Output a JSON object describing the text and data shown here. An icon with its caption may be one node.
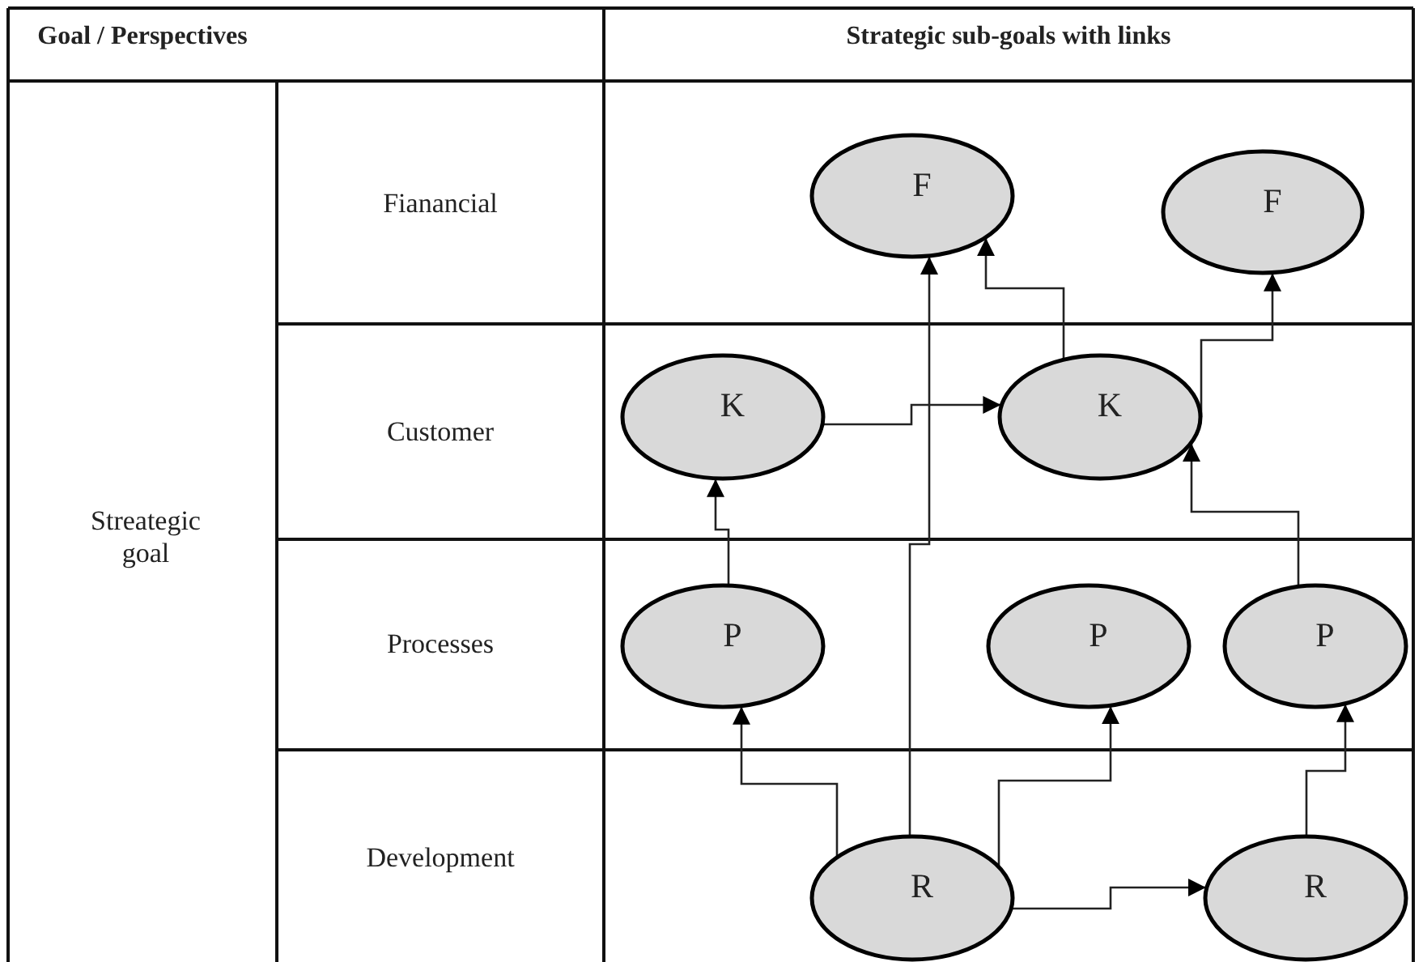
{
  "diagram": {
    "nodes": [
      {
        "text": [
          "F"
        ]
      },
      {
        "text": [
          "F"
        ]
      },
      {
        "text": [
          "K"
        ]
      },
      {
        "text": [
          "K"
        ]
      },
      {
        "text": [
          "P"
        ]
      },
      {
        "text": [
          "P"
        ]
      },
      {
        "text": [
          "P"
        ]
      },
      {
        "text": [
          "R"
        ]
      },
      {
        "text": [
          "R"
        ]
      }
    ],
    "edges": [
      {
        "from": 7,
        "to": 4,
        "arrow": "to"
      },
      {
        "from": 7,
        "to": 0,
        "arrow": "to"
      },
      {
        "from": 7,
        "to": 5,
        "arrow": "to"
      },
      {
        "from": 7,
        "to": 8,
        "arrow": "to"
      },
      {
        "from": 8,
        "to": 6,
        "arrow": "to"
      },
      {
        "from": 4,
        "to": 2,
        "arrow": "to"
      },
      {
        "from": 2,
        "to": 3,
        "arrow": "to"
      },
      {
        "from": 6,
        "to": 3,
        "arrow": "to"
      },
      {
        "from": 3,
        "to": 0,
        "arrow": "to"
      },
      {
        "from": 3,
        "to": 1,
        "arrow": "to"
      }
    ],
    "labels": [
      "Goal / Perspectives",
      "Strategic sub-goals with links",
      "Streategic goal",
      "Fianancial",
      "Customer",
      "Processes",
      "Development"
    ]
  }
}
